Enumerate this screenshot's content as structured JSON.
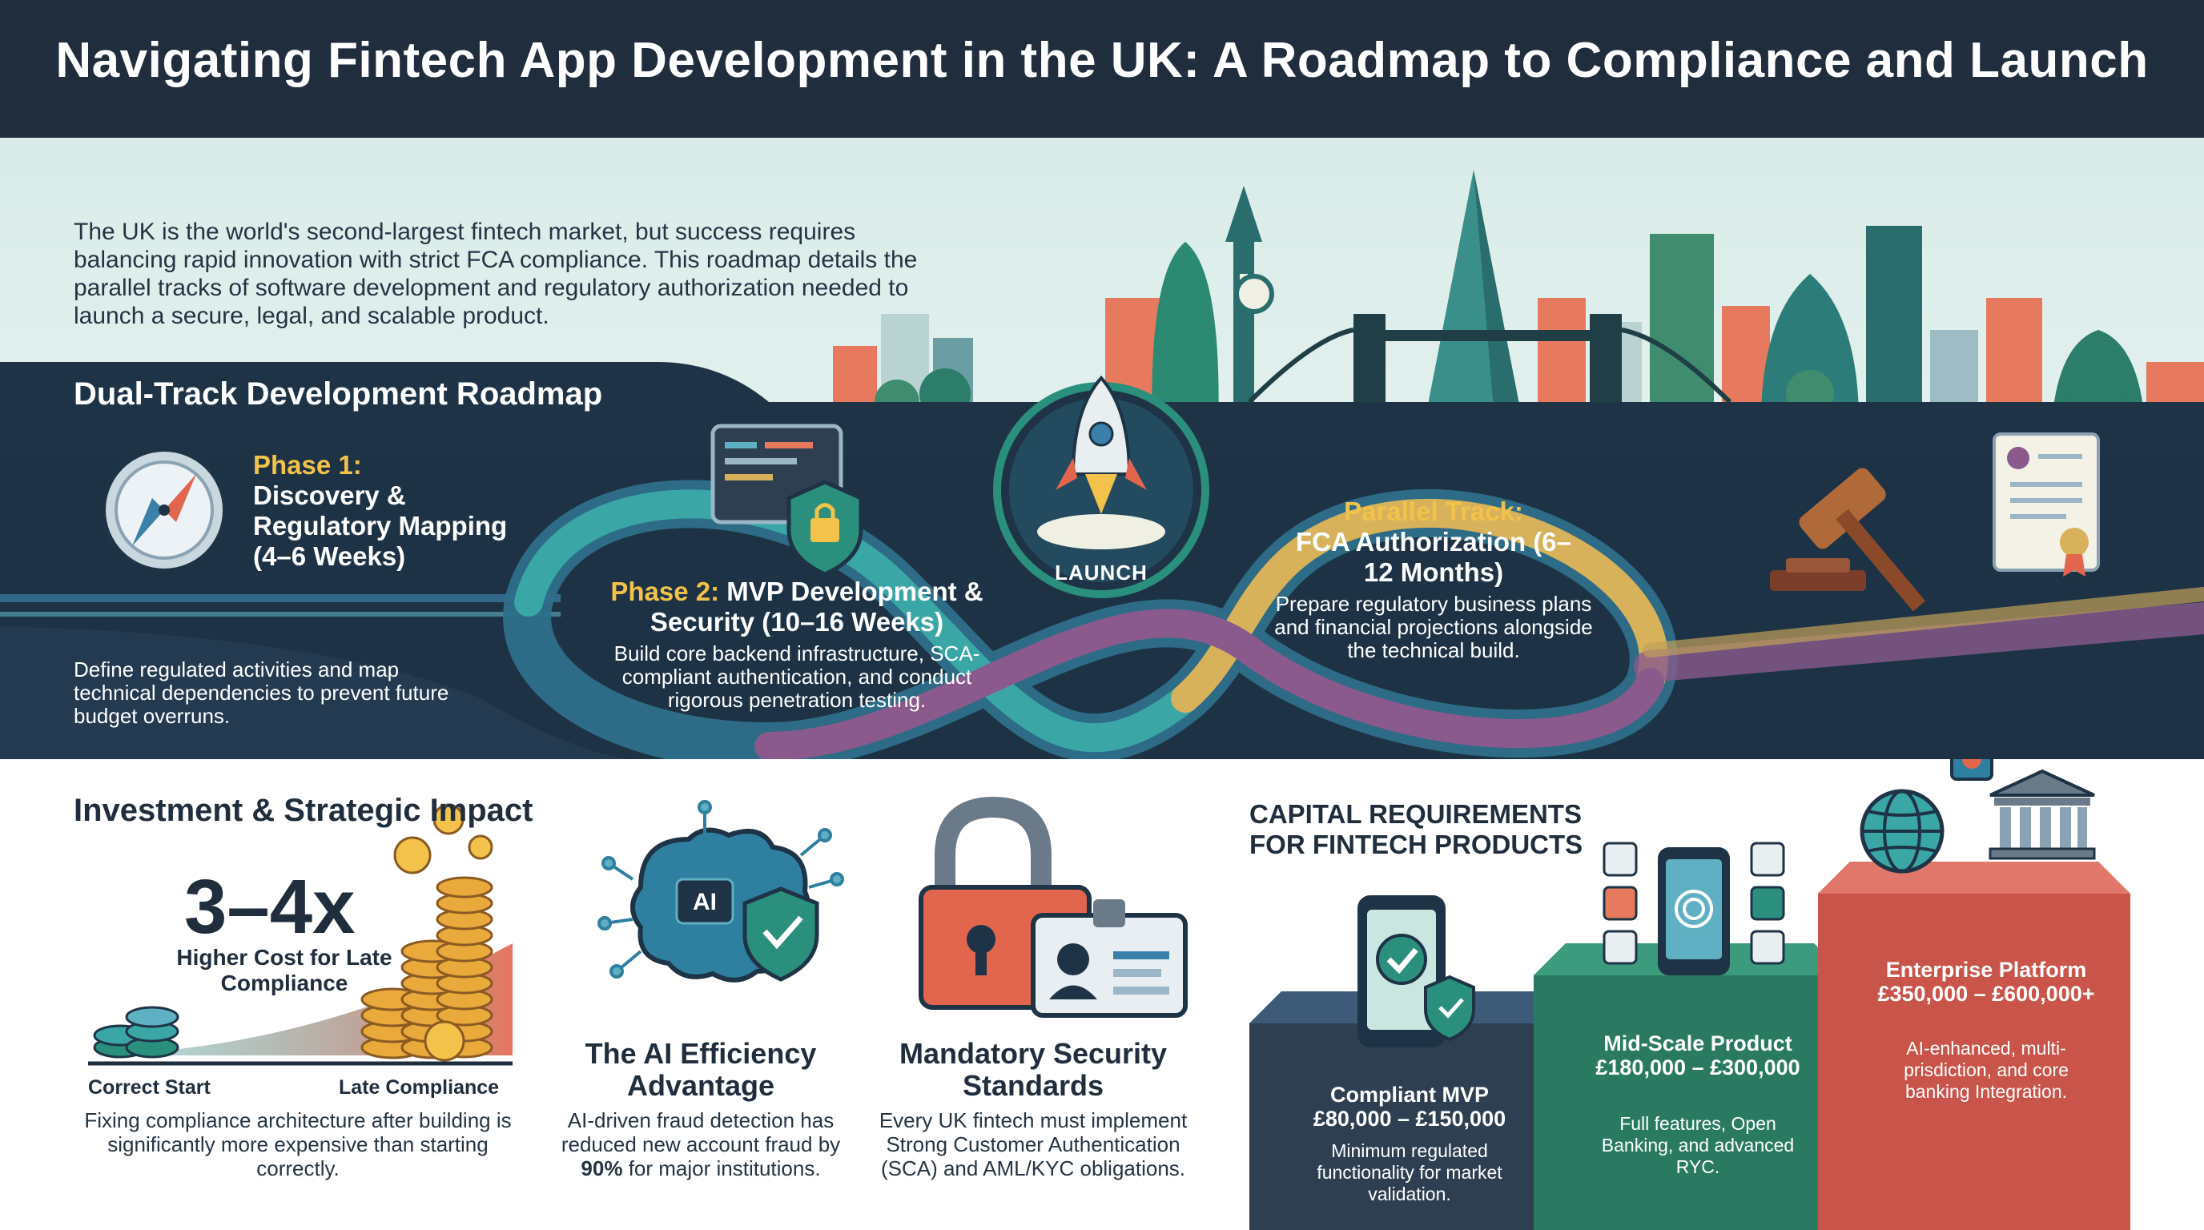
{
  "header": {
    "title": "Navigating Fintech App Development in the UK: A Roadmap to Compliance and Launch"
  },
  "intro": {
    "text": "The UK is the world's second-largest fintech market, but success requires balancing rapid innovation with strict FCA compliance. This roadmap details the parallel tracks of software development and regulatory authorization needed to launch a secure, legal, and scalable product."
  },
  "roadmap": {
    "heading": "Dual-Track Development Roadmap",
    "phase1": {
      "label": "Phase 1:",
      "name": "Discovery & Regulatory Mapping (4–6 Weeks)",
      "description": "Define regulated activities and map technical dependencies to prevent future budget overruns."
    },
    "phase2": {
      "label": "Phase 2:",
      "name": "MVP Development & Security (10–16 Weeks)",
      "description": "Build core backend infrastructure, SCA-compliant authentication, and conduct rigorous penetration testing."
    },
    "launch": "LAUNCH",
    "parallel": {
      "label": "Parallel Track:",
      "name": "FCA Authorization (6–12 Months)",
      "description": "Prepare regulatory business plans and financial projections alongside the technical build."
    }
  },
  "impact": {
    "heading": "Investment & Strategic Impact",
    "cost": {
      "stat": "3–4x",
      "stat_caption": "Higher Cost for Late Compliance",
      "left_label": "Correct Start",
      "right_label": "Late Compliance",
      "description": "Fixing compliance architecture after building is significantly more expensive than starting correctly."
    },
    "ai": {
      "title": "The AI Efficiency Advantage",
      "description_prefix": "AI-driven fraud detection has reduced new account fraud by ",
      "description_highlight": "90%",
      "description_suffix": " for major institutions.",
      "chip_text": "AI"
    },
    "security": {
      "title": "Mandatory Security Standards",
      "description": "Every UK fintech must implement Strong Customer Authentication (SCA) and AML/KYC obligations."
    }
  },
  "capital": {
    "heading": "CAPITAL REQUIREMENTS FOR FINTECH PRODUCTS",
    "tiers": [
      {
        "title": "Compliant MVP",
        "range": "£80,000 – £150,000",
        "description": "Minimum regulated functionality for market validation.",
        "color": "#2e3f52"
      },
      {
        "title": "Mid-Scale Product",
        "range": "£180,000 – £300,000",
        "description": "Full features, Open Banking, and advanced RYC.",
        "color": "#2a7a62"
      },
      {
        "title": "Enterprise Platform",
        "range": "£350,000 – £600,000+",
        "description": "AI-enhanced, multi-prisdiction, and core banking Integration.",
        "color": "#c9544a"
      }
    ]
  },
  "icons": [
    "compass-icon",
    "code-shield-icon",
    "rocket-icon",
    "gavel-icon",
    "certificate-icon",
    "coins-icon",
    "ai-brain-icon",
    "padlock-icon",
    "id-card-icon",
    "smartphone-check-icon",
    "fingerprint-phone-icon",
    "globe-icon",
    "bank-icon",
    "chip-icon"
  ],
  "colors": {
    "header_bg": "#1f2d3d",
    "band_dark": "#1e3346",
    "accent_yellow": "#f2c24a",
    "teal": "#2a8f7d",
    "coral": "#e2664e",
    "gold_track": "#d8b25a",
    "purple_track": "#8a5a8c"
  }
}
